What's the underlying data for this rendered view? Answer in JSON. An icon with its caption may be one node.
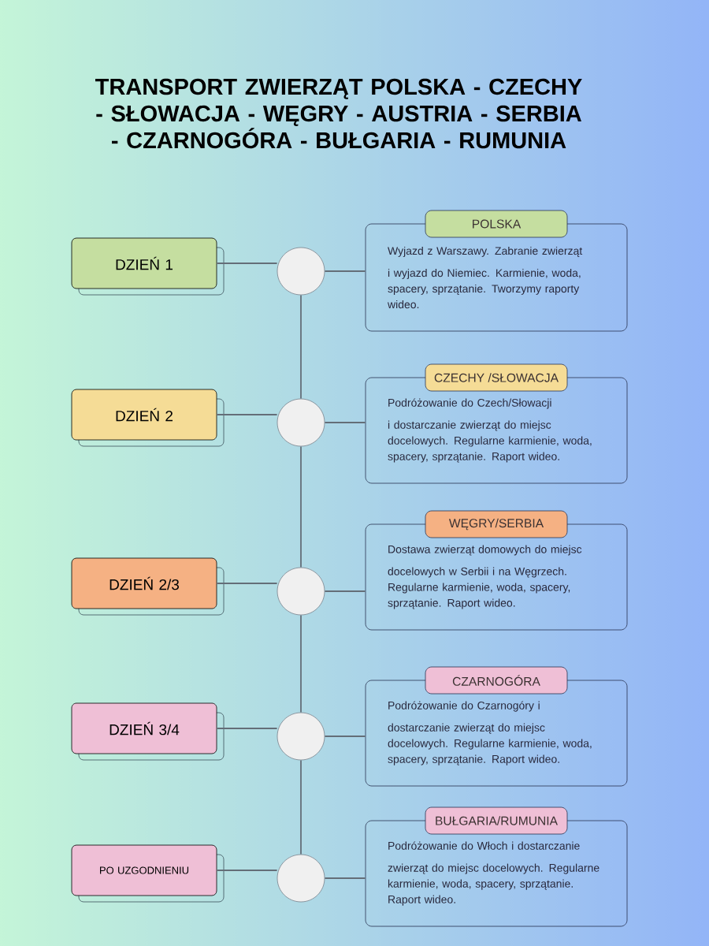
{
  "diagram": {
    "title": "TRANSPORT ZWIERZĄT POLSKA - CZECHY - SŁOWACJA - WĘGRY - AUSTRIA - SERBIA - CZARNOGÓRA - BUŁGARIA - RUMUNIA",
    "nodes": [
      {
        "text": [
          "DZIEŃ 1"
        ]
      },
      {
        "text": [],
        "shape": "circle"
      },
      {
        "text": [
          "POLSKA",
          "Wyjazd z Warszawy. Zabranie zwierząt i wyjazd do Niemiec. Karmienie, woda, spacery, sprzątanie. Tworzymy raporty wideo."
        ]
      },
      {
        "text": [
          "DZIEŃ 2"
        ]
      },
      {
        "text": [],
        "shape": "circle"
      },
      {
        "text": [
          "CZECHY /SŁOWACJA",
          "Podróżowanie do Czech/Słowacji i dostarczanie zwierząt do miejsc docelowych. Regularne karmienie, woda, spacery, sprzątanie. Raport wideo."
        ]
      },
      {
        "text": [
          "DZIEŃ 2/3"
        ]
      },
      {
        "text": [],
        "shape": "circle"
      },
      {
        "text": [
          "WĘGRY/SERBIA",
          "Dostawa zwierząt domowych do miejsc docelowych w Serbii i na Węgrzech. Regularne karmienie, woda, spacery, sprzątanie. Raport wideo."
        ]
      },
      {
        "text": [
          "DZIEŃ 3/4"
        ]
      },
      {
        "text": [],
        "shape": "circle"
      },
      {
        "text": [
          "CZARNOGÓRA",
          "Podróżowanie do Czarnogóry i dostarczanie zwierząt do miejsc docelowych. Regularne karmienie, woda, spacery, sprzątanie. Raport wideo."
        ]
      },
      {
        "text": [
          "PO UZGODNIENIU"
        ]
      },
      {
        "text": [],
        "shape": "circle"
      },
      {
        "text": [
          "BUŁGARIA/RUMUNIA",
          "Podróżowanie do Włoch i dostarczanie zwierząt do miejsc docelowych. Regularne karmienie, woda, spacery, sprzątanie. Raport wideo."
        ]
      }
    ],
    "edges": [
      {
        "from": 0,
        "to": 1,
        "arrow": "none"
      },
      {
        "from": 1,
        "to": 2,
        "arrow": "none"
      },
      {
        "from": 3,
        "to": 4,
        "arrow": "none"
      },
      {
        "from": 4,
        "to": 5,
        "arrow": "none"
      },
      {
        "from": 6,
        "to": 7,
        "arrow": "none"
      },
      {
        "from": 7,
        "to": 8,
        "arrow": "none"
      },
      {
        "from": 9,
        "to": 10,
        "arrow": "none"
      },
      {
        "from": 10,
        "to": 11,
        "arrow": "none"
      },
      {
        "from": 12,
        "to": 13,
        "arrow": "none"
      },
      {
        "from": 13,
        "to": 14,
        "arrow": "none"
      },
      {
        "from": 1,
        "to": 4,
        "arrow": "none"
      },
      {
        "from": 4,
        "to": 7,
        "arrow": "none"
      },
      {
        "from": 7,
        "to": 10,
        "arrow": "none"
      },
      {
        "from": 10,
        "to": 13,
        "arrow": "none"
      }
    ]
  }
}
